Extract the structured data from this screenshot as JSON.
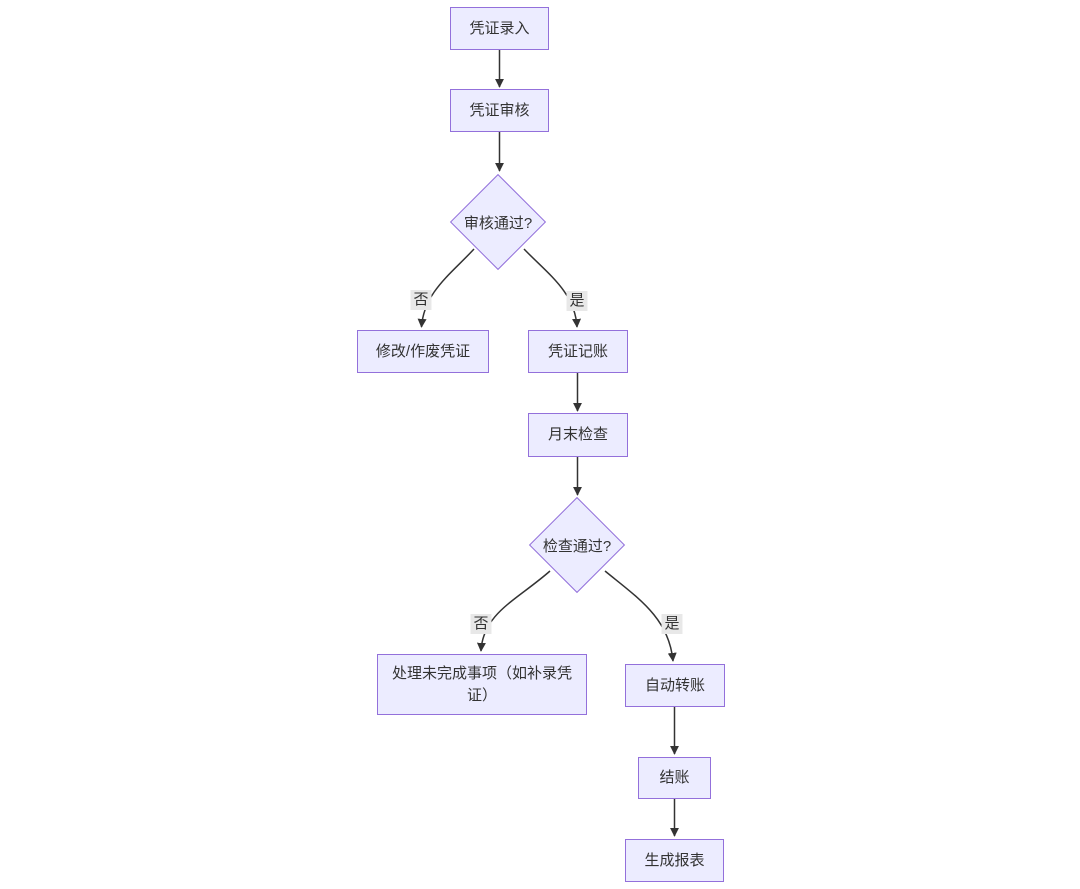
{
  "diagram": {
    "type": "flowchart",
    "nodes": {
      "entry": {
        "label": "凭证录入"
      },
      "review": {
        "label": "凭证审核"
      },
      "review_decision": {
        "label": "审核通过?"
      },
      "modify_void": {
        "label": "修改/作废凭证"
      },
      "posting": {
        "label": "凭证记账"
      },
      "month_end_check": {
        "label": "月末检查"
      },
      "check_decision": {
        "label": "检查通过?"
      },
      "handle_pending": {
        "label": "处理未完成事项（如补录凭证）"
      },
      "auto_transfer": {
        "label": "自动转账"
      },
      "closing": {
        "label": "结账"
      },
      "generate_report": {
        "label": "生成报表"
      }
    },
    "edges": {
      "entry_to_review": {
        "from": "凭证录入",
        "to": "凭证审核",
        "label": ""
      },
      "review_to_decision": {
        "from": "凭证审核",
        "to": "审核通过?",
        "label": ""
      },
      "decision_no_to_modify": {
        "from": "审核通过?",
        "to": "修改/作废凭证",
        "label": "否"
      },
      "decision_yes_to_posting": {
        "from": "审核通过?",
        "to": "凭证记账",
        "label": "是"
      },
      "posting_to_monthend": {
        "from": "凭证记账",
        "to": "月末检查",
        "label": ""
      },
      "monthend_to_check": {
        "from": "月末检查",
        "to": "检查通过?",
        "label": ""
      },
      "check_no_to_pending": {
        "from": "检查通过?",
        "to": "处理未完成事项（如补录凭证）",
        "label": "否"
      },
      "check_yes_to_transfer": {
        "from": "检查通过?",
        "to": "自动转账",
        "label": "是"
      },
      "transfer_to_closing": {
        "from": "自动转账",
        "to": "结账",
        "label": ""
      },
      "closing_to_report": {
        "from": "结账",
        "to": "生成报表",
        "label": ""
      }
    },
    "colors": {
      "node_fill": "#ECECFF",
      "node_border": "#9370DB",
      "edge_stroke": "#333333",
      "node_text": "#333333",
      "edge_label_bg": "#e8e8e8",
      "canvas_bg": "#ffffff"
    }
  }
}
